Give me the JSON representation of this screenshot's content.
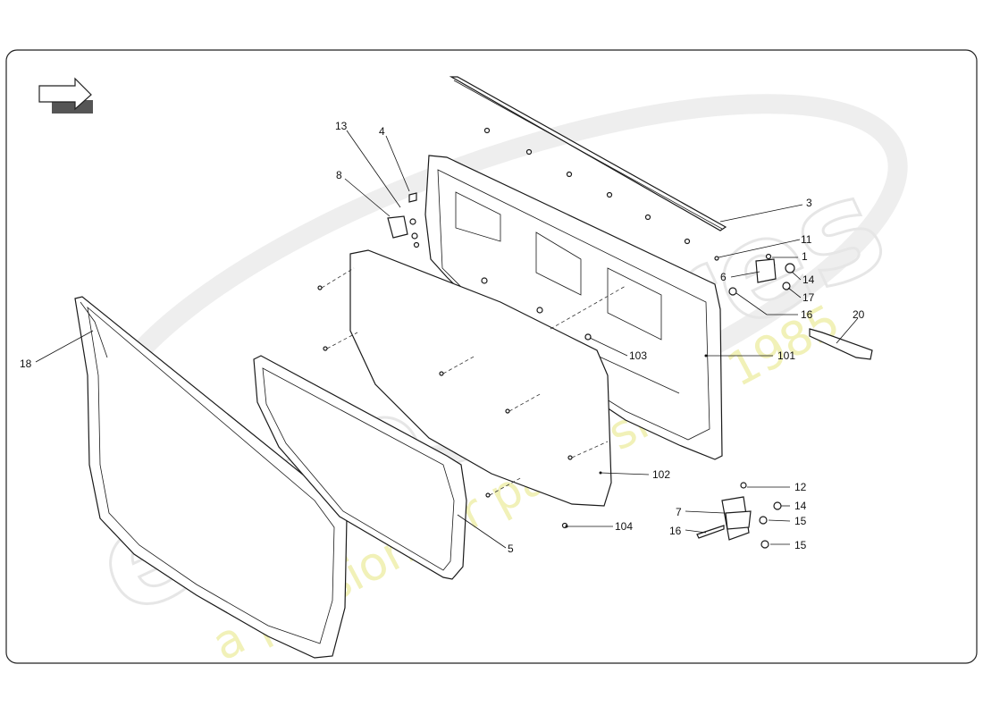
{
  "watermark": {
    "brand": "eurospares",
    "tagline": "a passion for parts since 1985"
  },
  "callouts": [
    {
      "id": "c-13",
      "label": "13"
    },
    {
      "id": "c-4",
      "label": "4"
    },
    {
      "id": "c-8",
      "label": "8"
    },
    {
      "id": "c-3",
      "label": "3"
    },
    {
      "id": "c-11",
      "label": "11"
    },
    {
      "id": "c-1",
      "label": "1"
    },
    {
      "id": "c-6",
      "label": "6"
    },
    {
      "id": "c-14a",
      "label": "14"
    },
    {
      "id": "c-17",
      "label": "17"
    },
    {
      "id": "c-16a",
      "label": "16"
    },
    {
      "id": "c-20",
      "label": "20"
    },
    {
      "id": "c-101",
      "label": "101"
    },
    {
      "id": "c-103",
      "label": "103"
    },
    {
      "id": "c-18",
      "label": "18"
    },
    {
      "id": "c-102",
      "label": "102"
    },
    {
      "id": "c-5",
      "label": "5"
    },
    {
      "id": "c-12",
      "label": "12"
    },
    {
      "id": "c-7",
      "label": "7"
    },
    {
      "id": "c-14b",
      "label": "14"
    },
    {
      "id": "c-16b",
      "label": "16"
    },
    {
      "id": "c-15a",
      "label": "15"
    },
    {
      "id": "c-15b",
      "label": "15"
    },
    {
      "id": "c-104",
      "label": "104"
    }
  ],
  "icons": {
    "direction_arrow": "direction-arrow-icon"
  }
}
